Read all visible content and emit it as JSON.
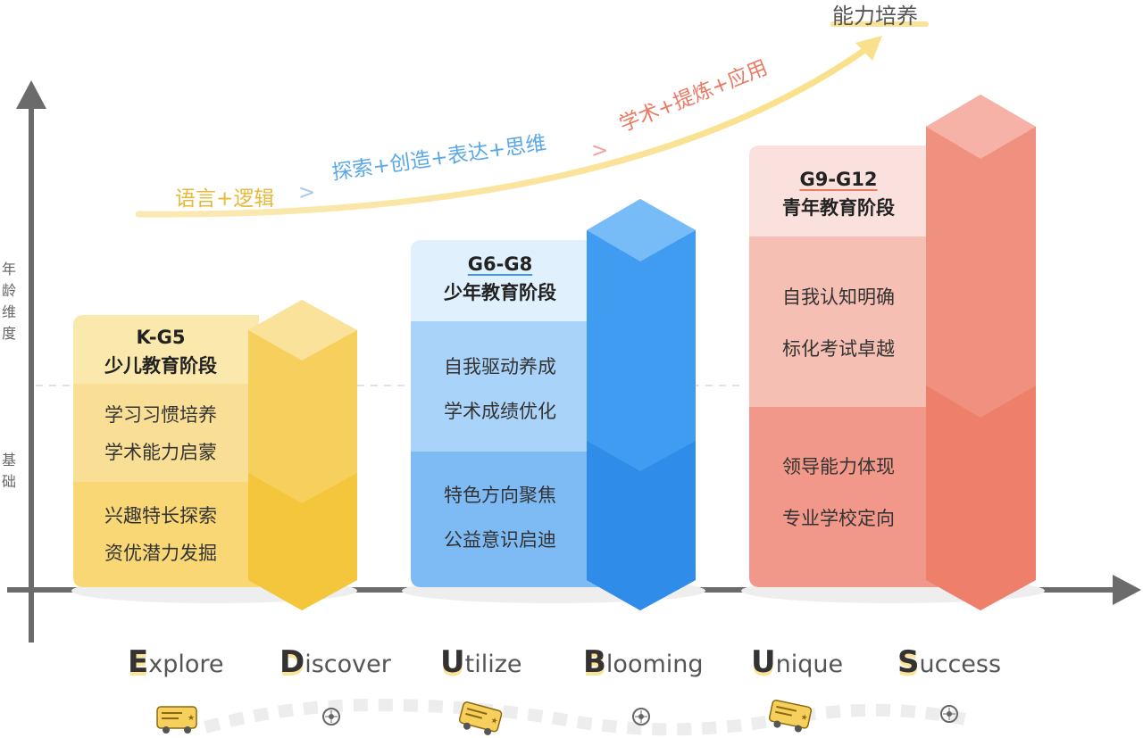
{
  "axis": {
    "top_label_chars": [
      "年",
      "龄",
      "维",
      "度"
    ],
    "bottom_label_chars": [
      "基",
      "础"
    ]
  },
  "curve": {
    "goal": "能力培养",
    "segments": [
      "语言+逻辑",
      "探索+创造+表达+思维",
      "学术+提炼+应用"
    ],
    "separator": ">"
  },
  "stages": [
    {
      "code": "K-G5",
      "title": "少儿教育阶段",
      "groups": [
        [
          "学习习惯培养",
          "学术能力启蒙"
        ],
        [
          "兴趣特长探索",
          "资优潜力发掘"
        ]
      ],
      "color": "#f7ce46"
    },
    {
      "code": "G6-G8",
      "title": "少年教育阶段",
      "groups": [
        [
          "自我驱动养成",
          "学术成绩优化"
        ],
        [
          "特色方向聚焦",
          "公益意识启迪"
        ]
      ],
      "color": "#3a96ee"
    },
    {
      "code": "G9-G12",
      "title": "青年教育阶段",
      "groups": [
        [
          "自我认知明确",
          "标化考试卓越"
        ],
        [
          "领导能力体现",
          "专业学校定向"
        ]
      ],
      "color": "#f0826a"
    }
  ],
  "journey": {
    "words": [
      {
        "cap": "E",
        "rest": "xplore"
      },
      {
        "cap": "D",
        "rest": "iscover"
      },
      {
        "cap": "U",
        "rest": "tilize"
      },
      {
        "cap": "B",
        "rest": "looming"
      },
      {
        "cap": "U",
        "rest": "nique"
      },
      {
        "cap": "S",
        "rest": "uccess"
      }
    ],
    "icons": [
      "bus-icon",
      "wheel-icon",
      "bus-icon",
      "wheel-icon",
      "bus-icon",
      "wheel-icon"
    ]
  }
}
